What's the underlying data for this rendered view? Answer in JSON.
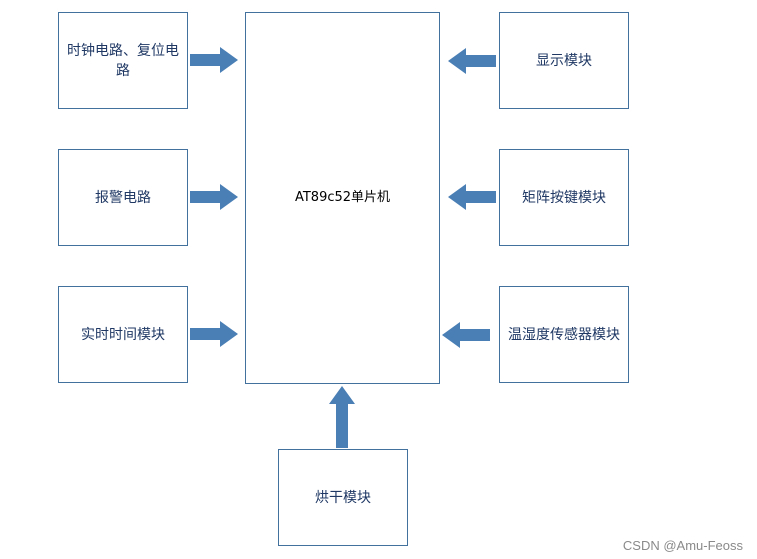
{
  "diagram": {
    "mcu": "AT89c52单片机",
    "left_modules": [
      "时钟电路、复位电路",
      "报警电路",
      "实时时间模块"
    ],
    "right_modules": [
      "显示模块",
      "矩阵按键模块",
      "温湿度传感器模块"
    ],
    "bottom_module": "烘干模块",
    "arrow_color": "#4a7fb5",
    "border_color": "#41719c",
    "text_color": "#1f3864"
  },
  "watermark": "CSDN @Amu-Feoss"
}
